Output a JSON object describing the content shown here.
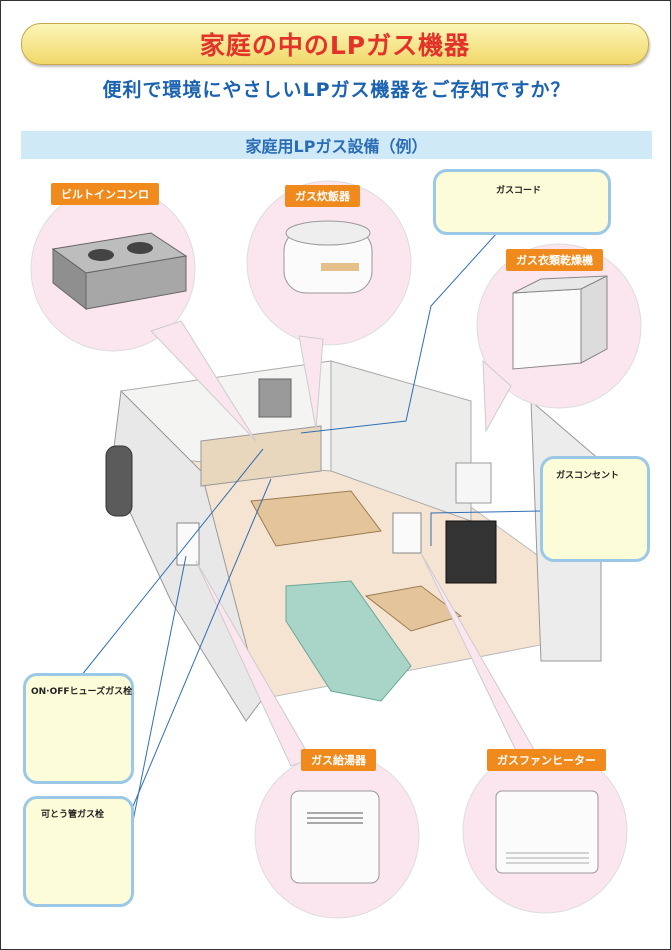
{
  "header": {
    "title": "家庭の中のLPガス機器",
    "subtitle": "便利で環境にやさしいLPガス機器をご存知ですか？"
  },
  "section": {
    "title": "家庭用LPガス設備（例）"
  },
  "callouts": {
    "builtin_stove": "ビルトインコンロ",
    "rice_cooker": "ガス炊飯器",
    "gas_cord": "ガスコード",
    "clothes_dryer": "ガス衣類乾燥機",
    "gas_outlet": "ガスコンセント",
    "fuse_valve": "ON·OFFヒューズガス栓",
    "flex_valve": "可とう管ガス栓",
    "water_heater": "ガス給湯器",
    "fan_heater": "ガスファンヒーター"
  },
  "colors": {
    "title_red": "#e2322a",
    "subtitle_blue": "#1b63b0",
    "tag_orange": "#f08a1c",
    "circle_pink": "#fbe6ef",
    "box_border": "#9ac8e6",
    "box_fill": "#fdfcd8",
    "leader_line": "#2f6fb3"
  }
}
